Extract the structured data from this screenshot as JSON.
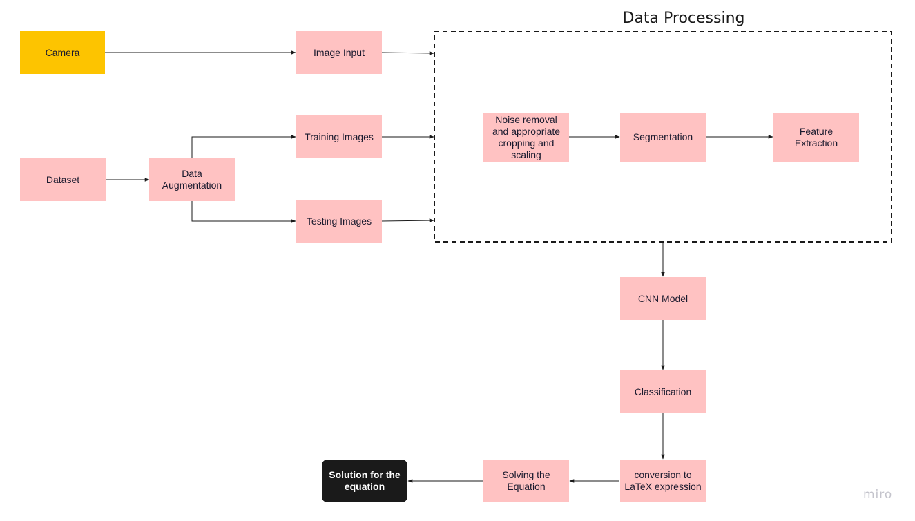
{
  "diagram": {
    "group_title": "Data Processing",
    "watermark": "miro",
    "nodes": {
      "camera": "Camera",
      "image_input": "Image Input",
      "dataset": "Dataset",
      "data_augmentation": "Data\nAugmentation",
      "training_images": "Training Images",
      "testing_images": "Testing Images",
      "noise_removal": "Noise removal\nand appropriate\ncropping and\nscaling",
      "segmentation": "Segmentation",
      "feature_extraction": "Feature\nExtraction",
      "cnn_model": "CNN Model",
      "classification": "Classification",
      "conversion": "conversion to\nLaTeX expression",
      "solving": "Solving the\nEquation",
      "solution": "Solution for the\nequation"
    },
    "colors": {
      "process_fill": "#ffc2c2",
      "source_fill": "#fdc400",
      "output_fill": "#1a1a1a",
      "connector": "#1a1a1a"
    }
  }
}
